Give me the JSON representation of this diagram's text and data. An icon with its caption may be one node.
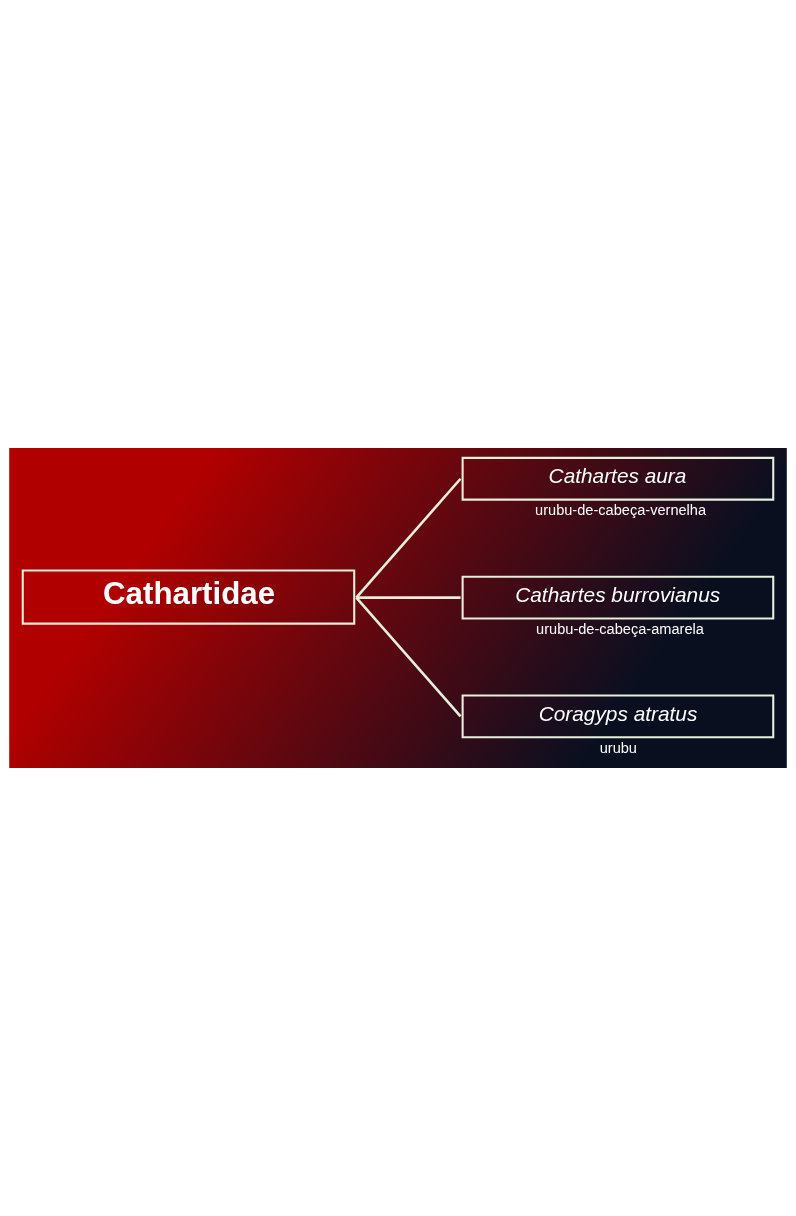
{
  "diagram": {
    "nodes": [
      {
        "text": [
          "Cathartidae"
        ]
      },
      {
        "text": [
          "Cathartes aura"
        ],
        "beside": [
          "urubu-de-cabeça-vernelha"
        ]
      },
      {
        "text": [
          "Cathartes burrovianus"
        ],
        "beside": [
          "urubu-de-cabeça-amarela"
        ]
      },
      {
        "text": [
          "Coragyps atratus"
        ],
        "beside": [
          "urubu"
        ]
      }
    ],
    "edges": [
      {
        "from": 0,
        "to": 1,
        "arrow": "none"
      },
      {
        "from": 0,
        "to": 2,
        "arrow": "none"
      },
      {
        "from": 0,
        "to": 3,
        "arrow": "none"
      }
    ]
  }
}
